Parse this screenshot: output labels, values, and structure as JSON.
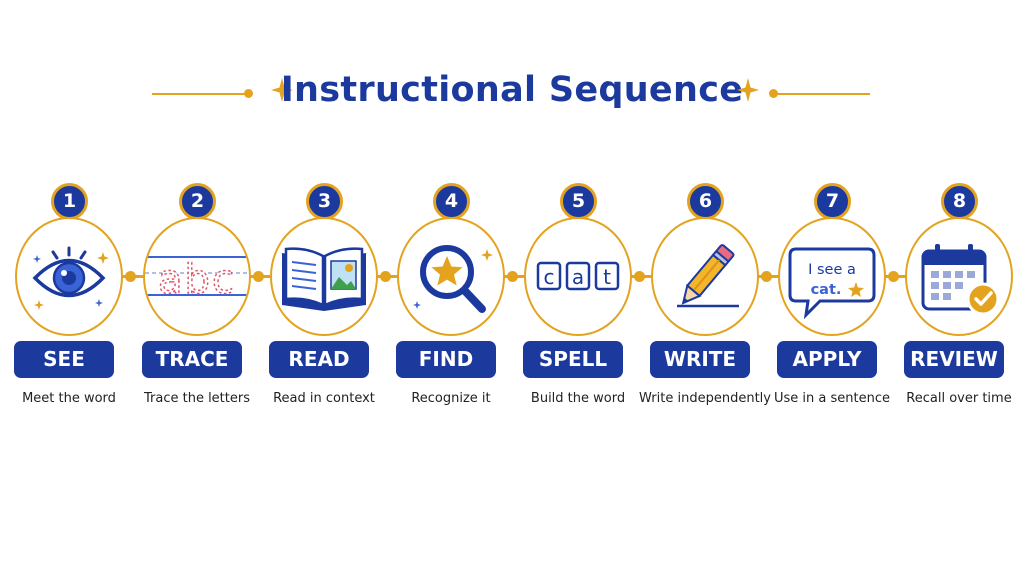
{
  "title": "Instructional Sequence",
  "colors": {
    "primary": "#1c3a9e",
    "accent": "#e3a31f",
    "text": "#222222"
  },
  "steps": [
    {
      "number": "1",
      "label": "SEE",
      "description": "Meet the word",
      "icon": "eye-icon"
    },
    {
      "number": "2",
      "label": "TRACE",
      "description": "Trace the letters",
      "icon": "abc-trace-icon",
      "icon_text": "abc"
    },
    {
      "number": "3",
      "label": "READ",
      "description": "Read in context",
      "icon": "open-book-icon"
    },
    {
      "number": "4",
      "label": "FIND",
      "description": "Recognize it",
      "icon": "magnifier-star-icon"
    },
    {
      "number": "5",
      "label": "SPELL",
      "description": "Build the word",
      "icon": "letter-tiles-icon",
      "icon_letters": [
        "c",
        "a",
        "t"
      ]
    },
    {
      "number": "6",
      "label": "WRITE",
      "description": "Write independently",
      "icon": "pencil-icon"
    },
    {
      "number": "7",
      "label": "APPLY",
      "description": "Use in a sentence",
      "icon": "speech-bubble-icon",
      "icon_text_line1": "I see a",
      "icon_text_line2": "cat."
    },
    {
      "number": "8",
      "label": "REVIEW",
      "description": "Recall over time",
      "icon": "calendar-check-icon"
    }
  ]
}
